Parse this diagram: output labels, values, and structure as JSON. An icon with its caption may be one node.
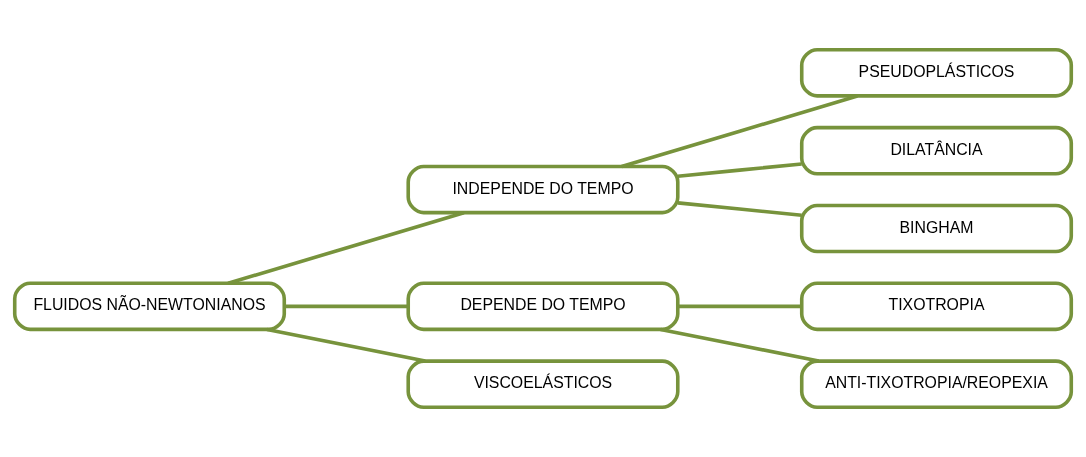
{
  "diagram": {
    "nodes": [
      {
        "text": [
          "FLUIDOS NÃO-NEWTONIANOS"
        ]
      },
      {
        "text": [
          "INDEPENDE DO TEMPO"
        ]
      },
      {
        "text": [
          "PSEUDOPLÁSTICOS"
        ]
      },
      {
        "text": [
          "DILATÂNCIA"
        ]
      },
      {
        "text": [
          "BINGHAM"
        ]
      },
      {
        "text": [
          "DEPENDE DO TEMPO"
        ]
      },
      {
        "text": [
          "TIXOTROPIA"
        ]
      },
      {
        "text": [
          "ANTI-TIXOTROPIA/REOPEXIA"
        ]
      },
      {
        "text": [
          "VISCOELÁSTICOS"
        ]
      }
    ],
    "edges": [
      {
        "from": 0,
        "to": 1,
        "arrow": "none"
      },
      {
        "from": 0,
        "to": 5,
        "arrow": "none"
      },
      {
        "from": 0,
        "to": 8,
        "arrow": "none"
      },
      {
        "from": 1,
        "to": 2,
        "arrow": "none"
      },
      {
        "from": 1,
        "to": 3,
        "arrow": "none"
      },
      {
        "from": 1,
        "to": 4,
        "arrow": "none"
      },
      {
        "from": 5,
        "to": 6,
        "arrow": "none"
      },
      {
        "from": 5,
        "to": 7,
        "arrow": "none"
      }
    ]
  }
}
